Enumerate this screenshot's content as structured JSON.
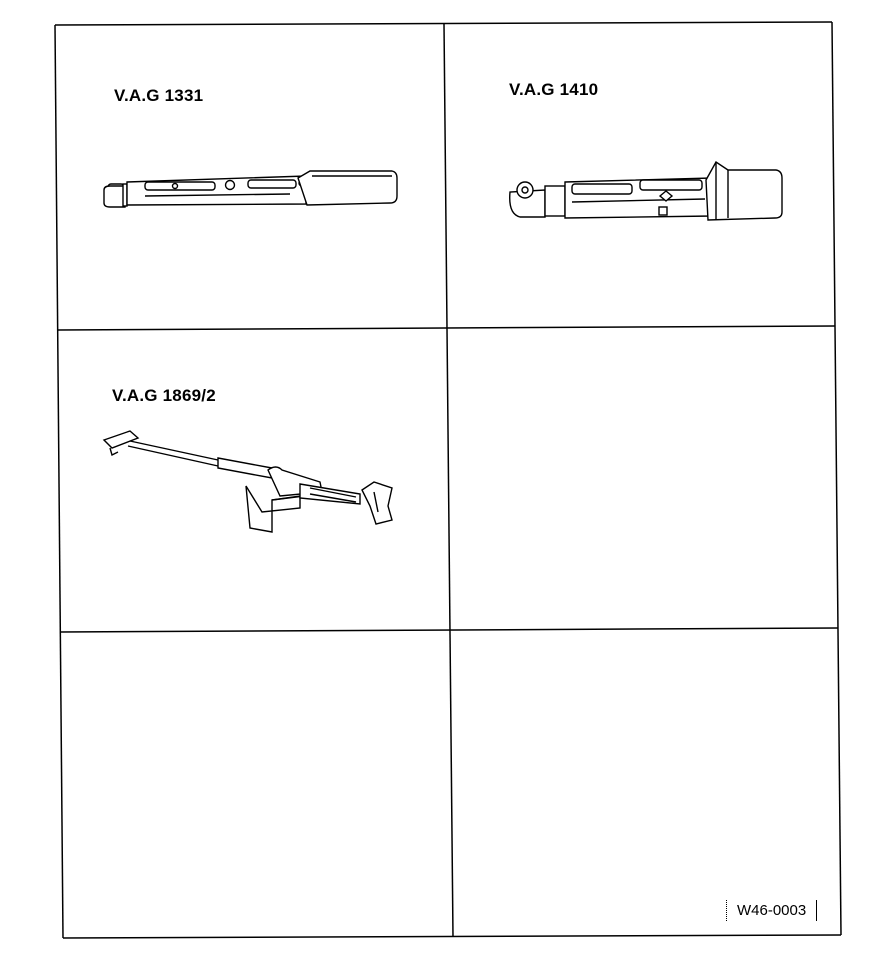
{
  "tools": [
    {
      "label": "V.A.G 1331",
      "icon": "torque-wrench-icon"
    },
    {
      "label": "V.A.G 1410",
      "icon": "torque-wrench-large-icon"
    },
    {
      "label": "V.A.G 1869/2",
      "icon": "brake-pedal-depressor-icon"
    }
  ],
  "figure_code": "W46-0003"
}
